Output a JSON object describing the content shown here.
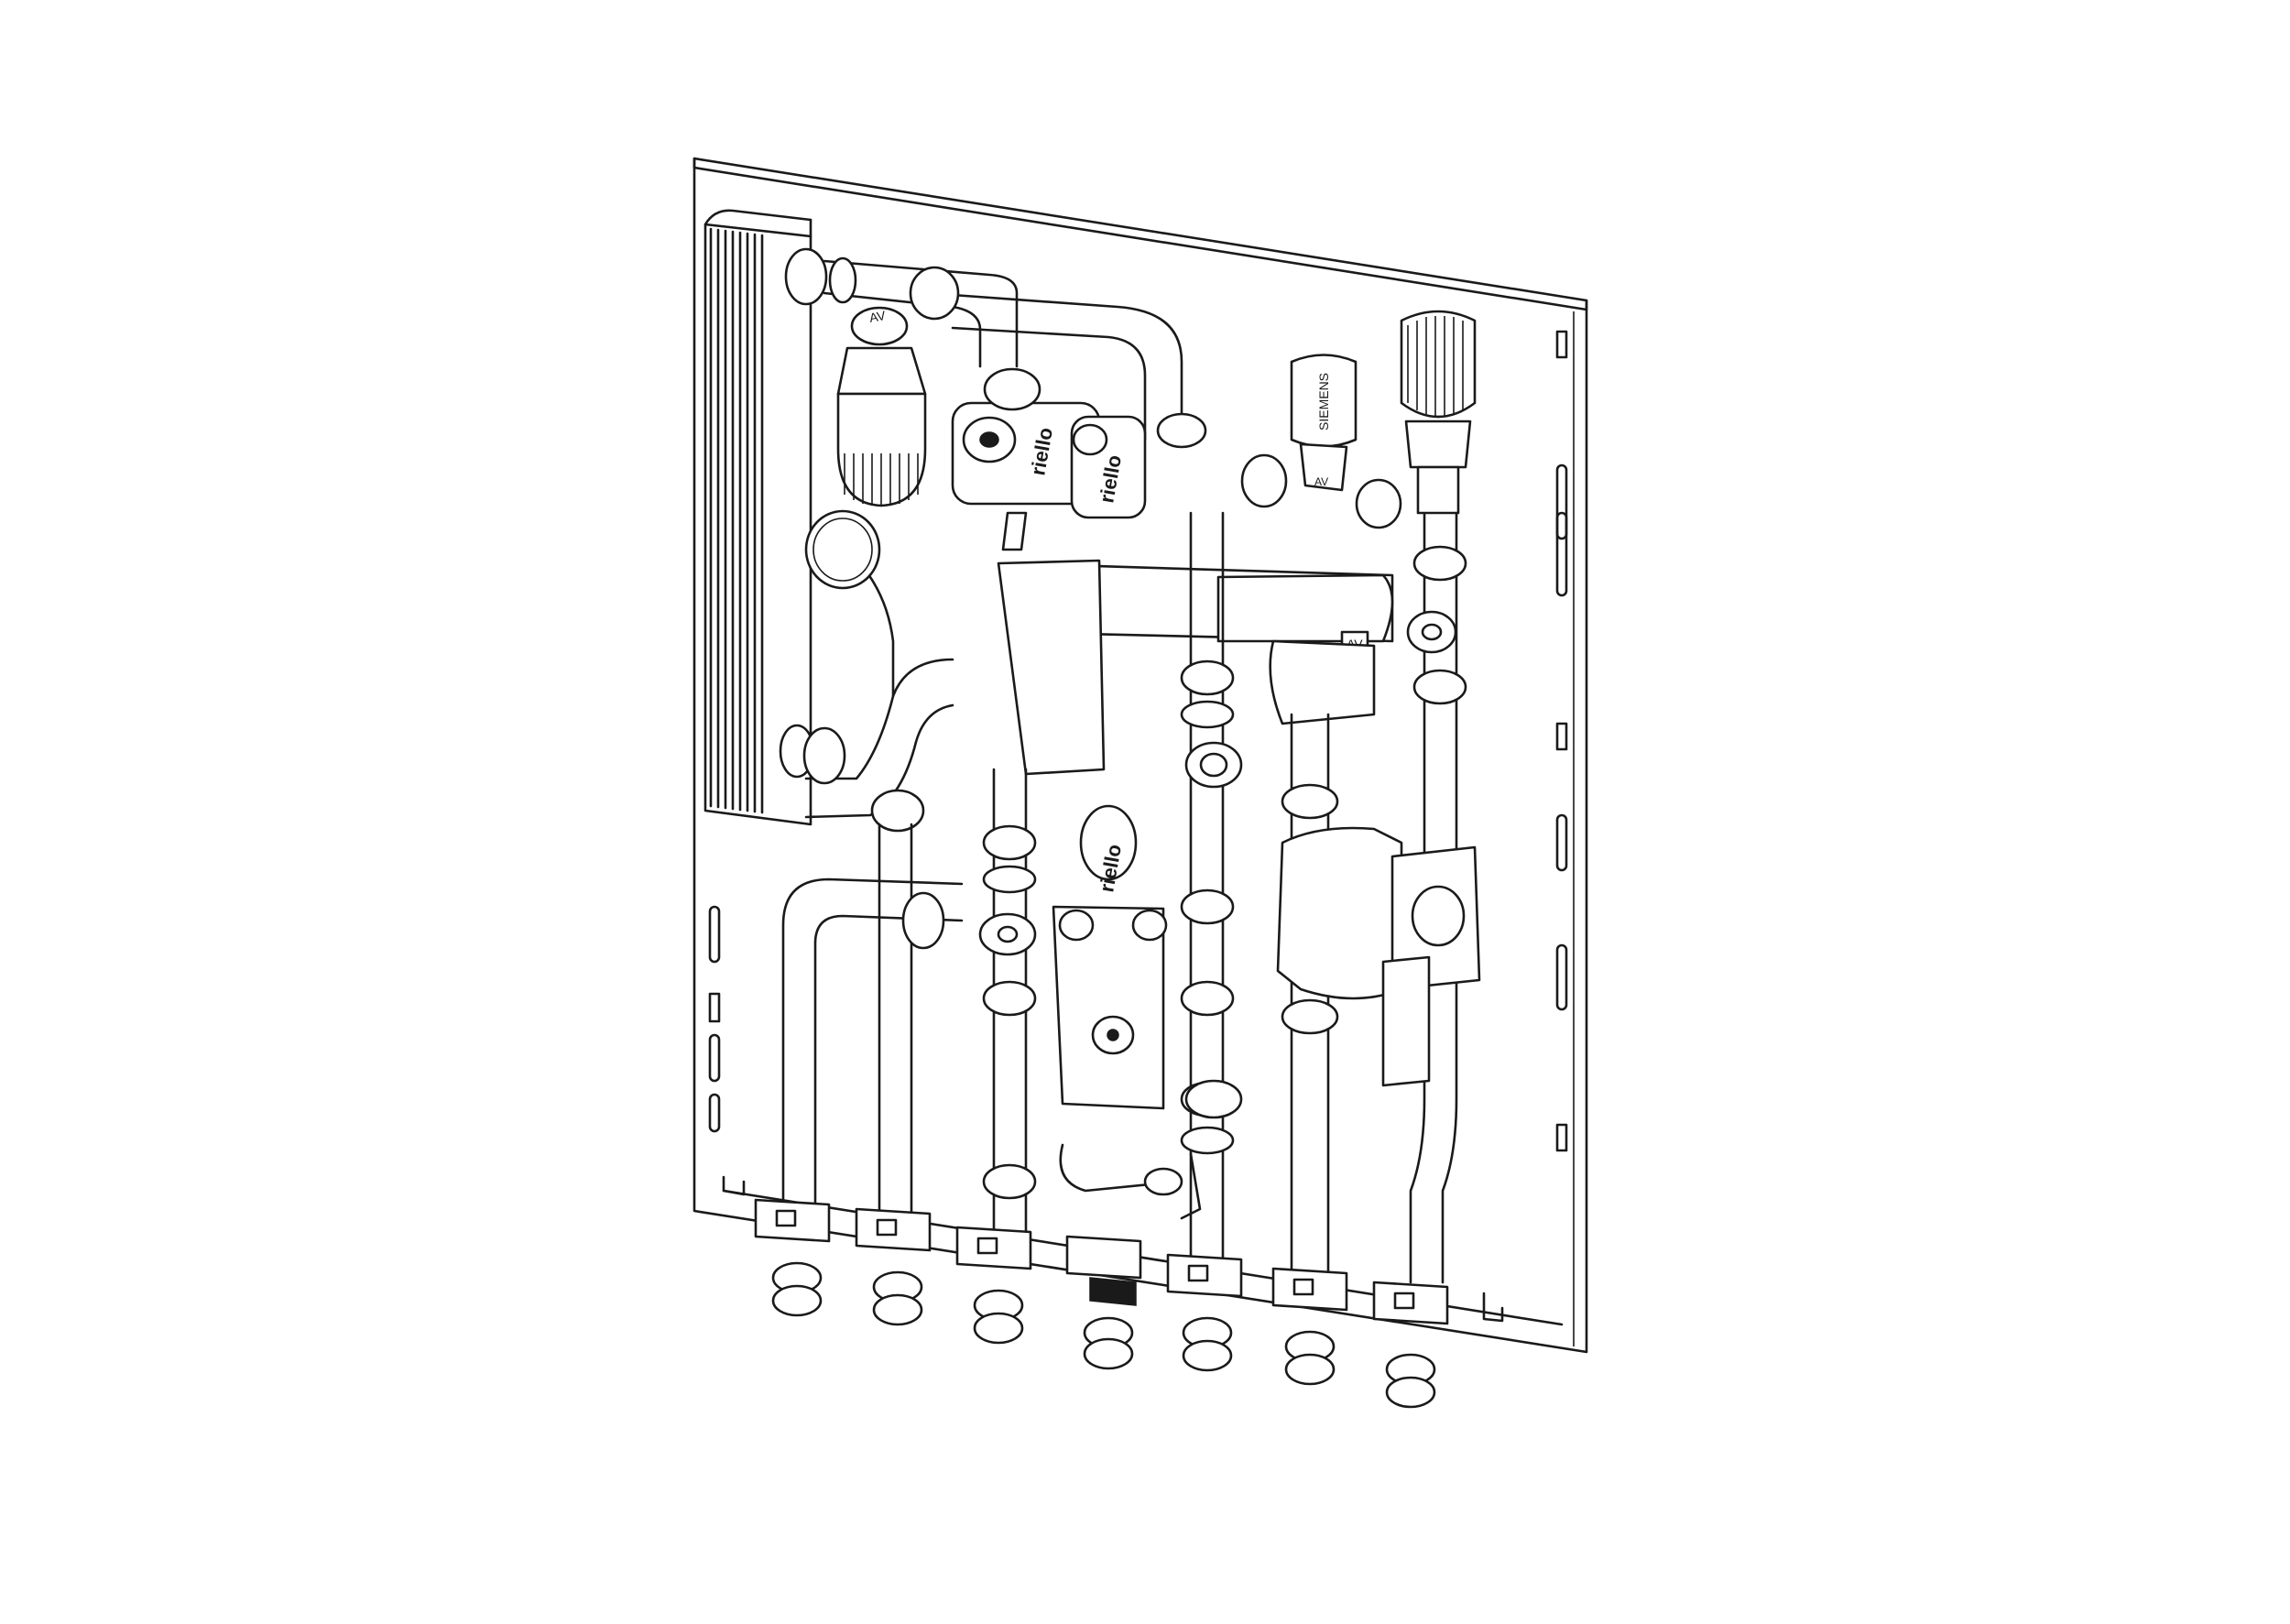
{
  "drawing": {
    "brand_marks": [
      "riello",
      "riello",
      "riello"
    ],
    "actuator_marks": [
      "SIEMENS"
    ],
    "valve_marks": [
      "AV",
      "AV",
      "AV"
    ]
  },
  "colors": {
    "line": "#1a1a1a",
    "fill": "#ffffff"
  }
}
